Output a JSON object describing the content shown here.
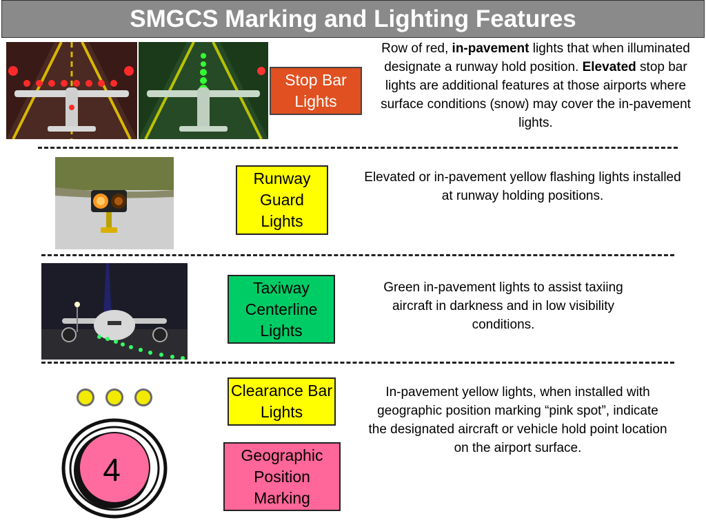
{
  "title": "SMGCS Marking and Lighting Features",
  "sections": {
    "stop_bar": {
      "label": "Stop Bar Lights",
      "color": "#e05020",
      "desc_1": "Row of red, ",
      "desc_bold_1": "in-pavement",
      "desc_2": " lights that when illuminated designate a runway hold position. ",
      "desc_bold_2": "Elevated",
      "desc_3": " stop bar lights are additional features at those airports where surface conditions (snow) may cover the in-pavement lights."
    },
    "runway_guard": {
      "label": "Runway Guard Lights",
      "color": "#ffff00",
      "desc": "Elevated or in-pavement yellow flashing lights installed at runway holding positions."
    },
    "taxiway_centerline": {
      "label": "Taxiway Centerline Lights",
      "color": "#00cc66",
      "desc": "Green in-pavement lights to assist taxiing aircraft in darkness and in low visibility conditions."
    },
    "clearance_bar": {
      "label": "Clearance Bar Lights",
      "color": "#ffff00",
      "desc": "In-pavement yellow lights, when installed with geographic position marking “pink spot”, indicate the designated aircraft or vehicle hold point location on the airport surface."
    },
    "geographic_position": {
      "label": "Geographic Position Marking",
      "color": "#ff6699",
      "spot_number": "4"
    }
  }
}
